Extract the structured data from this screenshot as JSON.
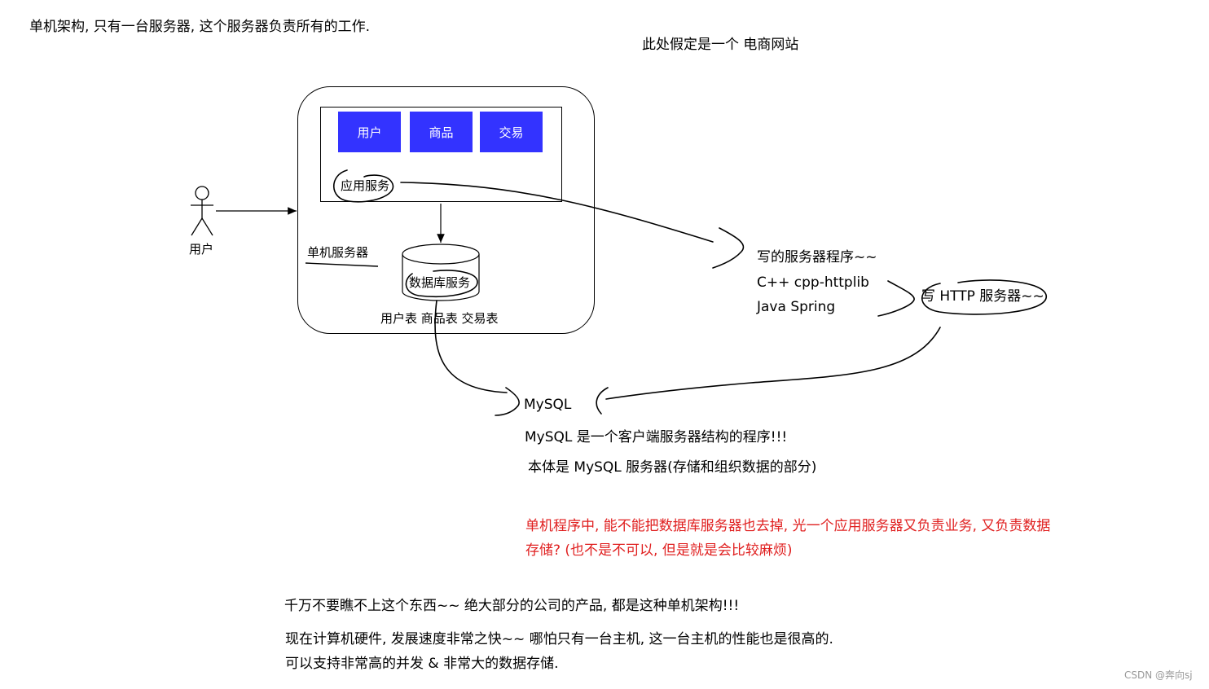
{
  "header": {
    "intro": "单机架构, 只有一台服务器, 这个服务器负责所有的工作.",
    "assumption": "此处假定是一个 电商网站"
  },
  "diagram": {
    "user_label": "用户",
    "modules": [
      "用户",
      "商品",
      "交易"
    ],
    "app_service": "应用服务",
    "server_label": "单机服务器",
    "db_service": "数据库服务",
    "tables": "用户表 商品表 交易表"
  },
  "annotations": {
    "server_program_lines": [
      "写的服务器程序~~",
      "C++ cpp-httplib",
      "Java  Spring"
    ],
    "http_server": "写 HTTP 服务器~~",
    "mysql": "MySQL",
    "mysql_desc": "MySQL 是一个客户端服务器结构的程序!!!",
    "mysql_body": "本体是 MySQL 服务器(存储和组织数据的部分)"
  },
  "question": {
    "line1": "单机程序中, 能不能把数据库服务器也去掉, 光一个应用服务器又负责业务, 又负责数据",
    "line2": "存储?  (也不是不可以, 但是就是会比较麻烦)",
    "color": "#e02020"
  },
  "notes": {
    "line1": "千万不要瞧不上这个东西~~ 绝大部分的公司的产品, 都是这种单机架构!!!",
    "line2": "现在计算机硬件, 发展速度非常之快~~ 哪怕只有一台主机, 这一台主机的性能也是很高的.",
    "line3": "可以支持非常高的并发 & 非常大的数据存储."
  },
  "watermark": "CSDN @奔向sj",
  "colors": {
    "module_fill": "#3333ff",
    "module_text": "#ffffff"
  }
}
